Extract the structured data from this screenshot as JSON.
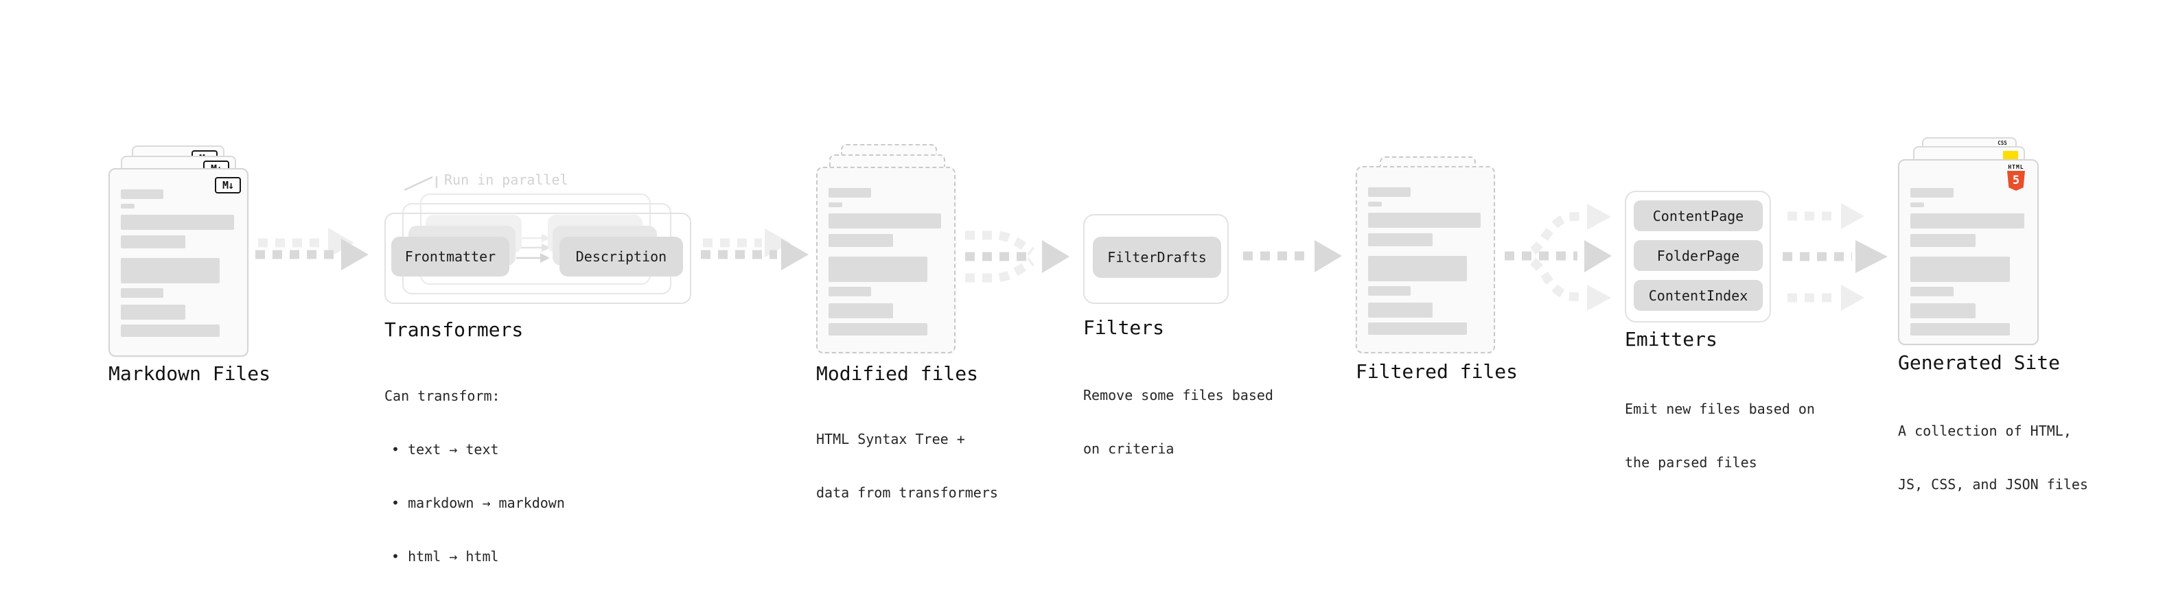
{
  "pipeline": {
    "markdown_files": {
      "label": "Markdown Files",
      "badge": "M↓"
    },
    "transformers": {
      "title": "Transformers",
      "parallel_note": "Run in parallel",
      "source_pill": "Frontmatter",
      "target_pill": "Description",
      "desc_heading": "Can transform:",
      "bullets": [
        "• text → text",
        "• markdown → markdown",
        "• html → html"
      ]
    },
    "modified_files": {
      "label": "Modified files",
      "desc": [
        "HTML Syntax Tree +",
        "data from transformers"
      ]
    },
    "filters": {
      "title": "Filters",
      "pill": "FilterDrafts",
      "desc": [
        "Remove some files based",
        "on criteria"
      ]
    },
    "filtered_files": {
      "label": "Filtered files"
    },
    "emitters": {
      "title": "Emitters",
      "pills": [
        "ContentPage",
        "FolderPage",
        "ContentIndex"
      ],
      "desc": [
        "Emit new files based on",
        "the parsed files"
      ]
    },
    "generated_site": {
      "label": "Generated Site",
      "desc": [
        "A collection of HTML,",
        "JS, CSS, and JSON files"
      ],
      "css_badge": "CSS",
      "html_badge_label": "HTML",
      "html_badge_number": "5"
    },
    "colors": {
      "arrow_dark": "#d9d9d9",
      "arrow_light": "#eeeeee",
      "pill_bg": "#dcdcdc",
      "card_bg": "#fafafa",
      "bar": "#dcdcdc",
      "html5_orange": "#e8502a",
      "js_yellow": "#ffdd00",
      "css_blue": "#2b66e0"
    }
  }
}
